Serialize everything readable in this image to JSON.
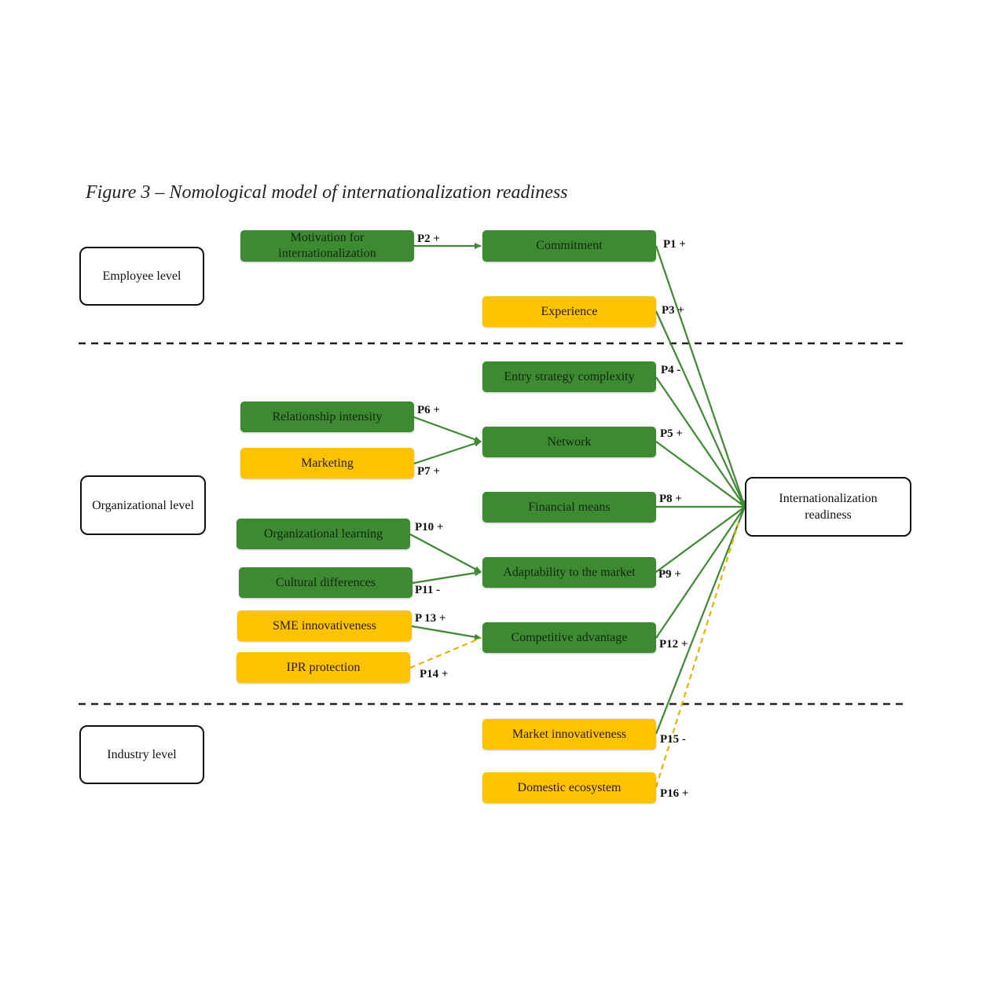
{
  "title": "Figure 3 – Nomological model of internationalization readiness",
  "colors": {
    "green": "#3d8a32",
    "yellow": "#fdc300",
    "edge_green": "#3d8a32",
    "edge_yellow": "#e8b400"
  },
  "levels": {
    "employee": "Employee level",
    "organizational": "Organizational level",
    "industry": "Industry level"
  },
  "outcome": "Internationalization readiness",
  "constructs": {
    "motivation": "Motivation for internationalization",
    "commitment": "Commitment",
    "experience": "Experience",
    "entry_strategy": "Entry strategy complexity",
    "relationship": "Relationship intensity",
    "marketing": "Marketing",
    "network": "Network",
    "financial": "Financial means",
    "org_learning": "Organizational learning",
    "cultural": "Cultural differences",
    "adaptability": "Adaptability to the market",
    "sme_innov": "SME innovativeness",
    "ipr": "IPR protection",
    "competitive": "Competitive advantage",
    "market_innov": "Market innovativeness",
    "domestic": "Domestic ecosystem"
  },
  "propositions": {
    "p1": "P1 +",
    "p2": "P2 +",
    "p3": "P3 +",
    "p4": "P4 -",
    "p5": "P5 +",
    "p6": "P6 +",
    "p7": "P7 +",
    "p8": "P8 +",
    "p9": "P9 +",
    "p10": "P10 +",
    "p11": "P11 -",
    "p12": "P12 +",
    "p13": "P 13 +",
    "p14": "P14 +",
    "p15": "P15 -",
    "p16": "P16 +"
  }
}
